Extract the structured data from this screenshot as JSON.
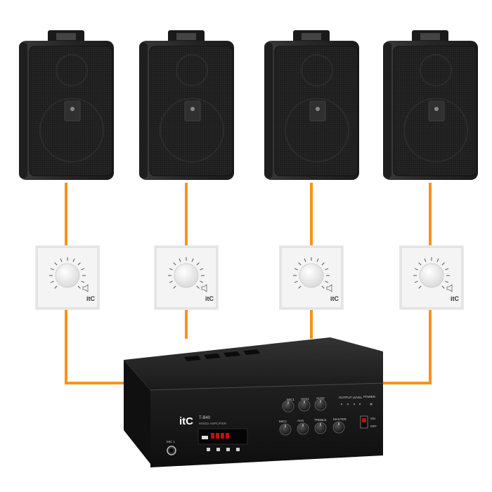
{
  "colors": {
    "background": "#ffffff",
    "cable": "#f7931e",
    "speaker_body": "#2b2b2b",
    "speaker_grille": "#1c1c1c",
    "volume_plate": "#f4f4f4",
    "amplifier_body": "#1a1a1a"
  },
  "speakers": [
    {
      "name": "speaker-1"
    },
    {
      "name": "speaker-2"
    },
    {
      "name": "speaker-3"
    },
    {
      "name": "speaker-4"
    }
  ],
  "volume_controls": [
    {
      "brand": "itC"
    },
    {
      "brand": "itC"
    },
    {
      "brand": "itC"
    },
    {
      "brand": "itC"
    }
  ],
  "amplifier": {
    "brand": "itC",
    "model": "T-B40",
    "subtitle": "MIXED AMPLIFIER",
    "output_level_label": "OUTPUT LEVEL",
    "power_label": "POWER",
    "on_label": "ON",
    "off_label": "OFF",
    "mic_input_label": "MIC 1",
    "knob_labels_top": [
      "MIC1",
      "AUX1",
      "AUX2"
    ],
    "knob_labels_bottom": [
      "MIC2",
      "AUX",
      "TREBLE",
      "MASTER"
    ]
  }
}
